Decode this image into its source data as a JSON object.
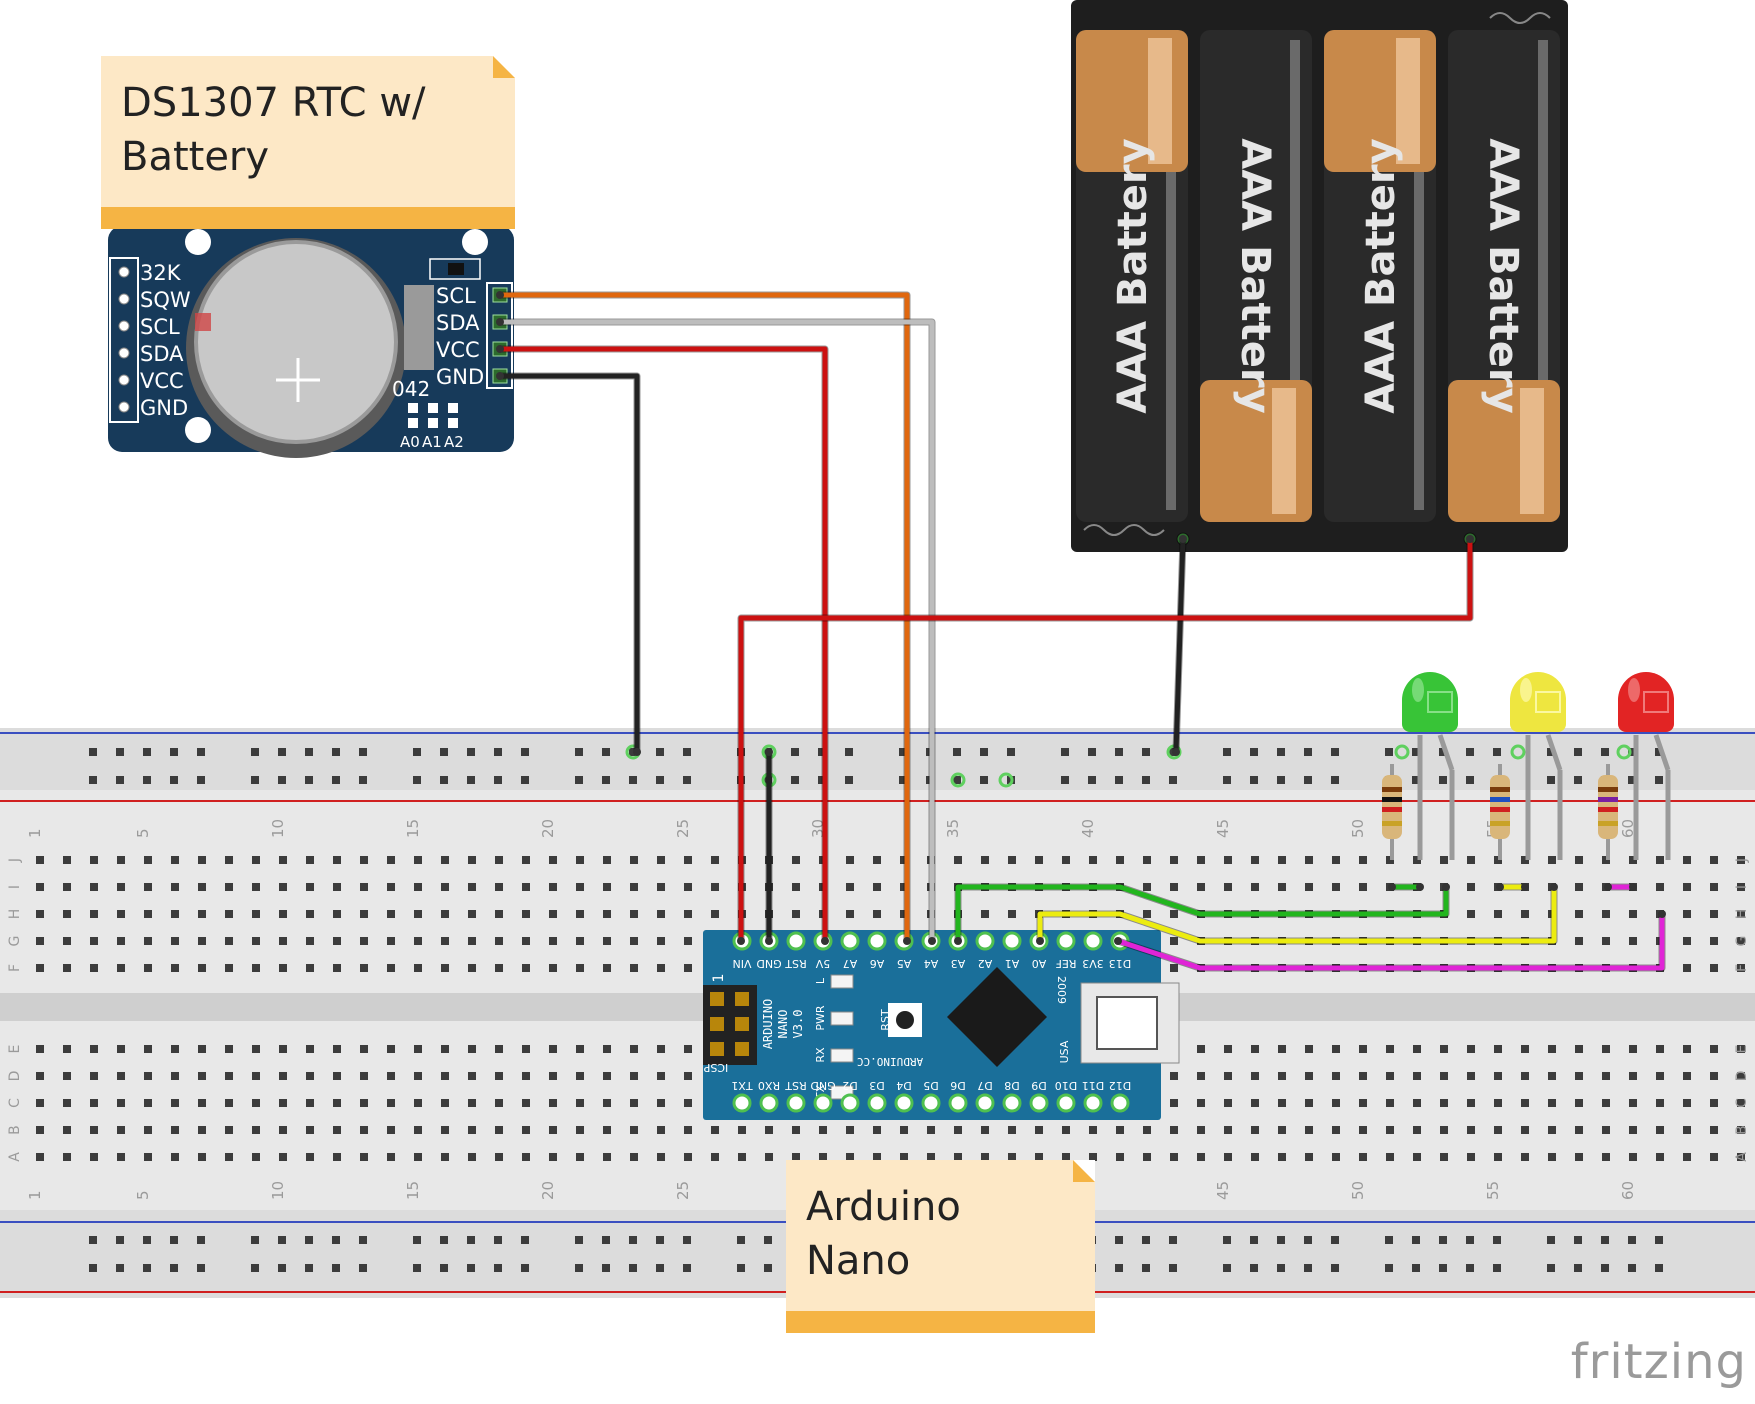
{
  "rtc": {
    "title": "DS1307 RTC w/\nBattery",
    "left_pins": [
      "32K",
      "SQW",
      "SCL",
      "SDA",
      "VCC",
      "GND"
    ],
    "right_pins": [
      "SCL",
      "SDA",
      "VCC",
      "GND"
    ],
    "addr": [
      "A0",
      "A1",
      "A2"
    ],
    "chip_mark": "042"
  },
  "nano": {
    "title": "Arduino\nNano",
    "top_pins": [
      "VIN",
      "GND",
      "RST",
      "5V",
      "A7",
      "A6",
      "A5",
      "A4",
      "A3",
      "A2",
      "A1",
      "A0",
      "REF",
      "3V3",
      "D13"
    ],
    "bottom_pins": [
      "TX1",
      "RX0",
      "RST",
      "GND",
      "D2",
      "D3",
      "D4",
      "D5",
      "D6",
      "D7",
      "D8",
      "D9",
      "D10",
      "D11",
      "D12"
    ],
    "board_text": [
      "ARDUINO",
      "NANO",
      "V3.0"
    ],
    "leds": [
      "L",
      "PWR",
      "RX",
      "TX"
    ],
    "rst_label": "RST",
    "site": "ARDUINO.CC",
    "year": "2009",
    "country": "USA",
    "icsp": "ICSP",
    "one": "1"
  },
  "battery": {
    "cell_label": "AAA Battery",
    "cells": 4
  },
  "breadboard": {
    "col_numbers": [
      "1",
      "5",
      "10",
      "15",
      "20",
      "25",
      "30",
      "35",
      "40",
      "45",
      "50",
      "55",
      "60"
    ],
    "row_letters_top": [
      "J",
      "I",
      "H",
      "G",
      "F"
    ],
    "row_letters_bottom": [
      "E",
      "D",
      "C",
      "B",
      "A"
    ]
  },
  "leds": [
    {
      "color": "green"
    },
    {
      "color": "yellow"
    },
    {
      "color": "red"
    }
  ],
  "brand": "fritzing",
  "colors": {
    "wire_red": "#cc1111",
    "wire_black": "#222222",
    "wire_orange": "#e0670e",
    "wire_white": "#bdbdbd",
    "wire_green": "#22b51e",
    "wire_yellow": "#ecec10",
    "wire_magenta": "#e024d6",
    "board_blue": "#1a6f9a",
    "rtc_navy": "#173a5a",
    "note_bg": "#fde8c6",
    "note_bar": "#f5b444"
  }
}
